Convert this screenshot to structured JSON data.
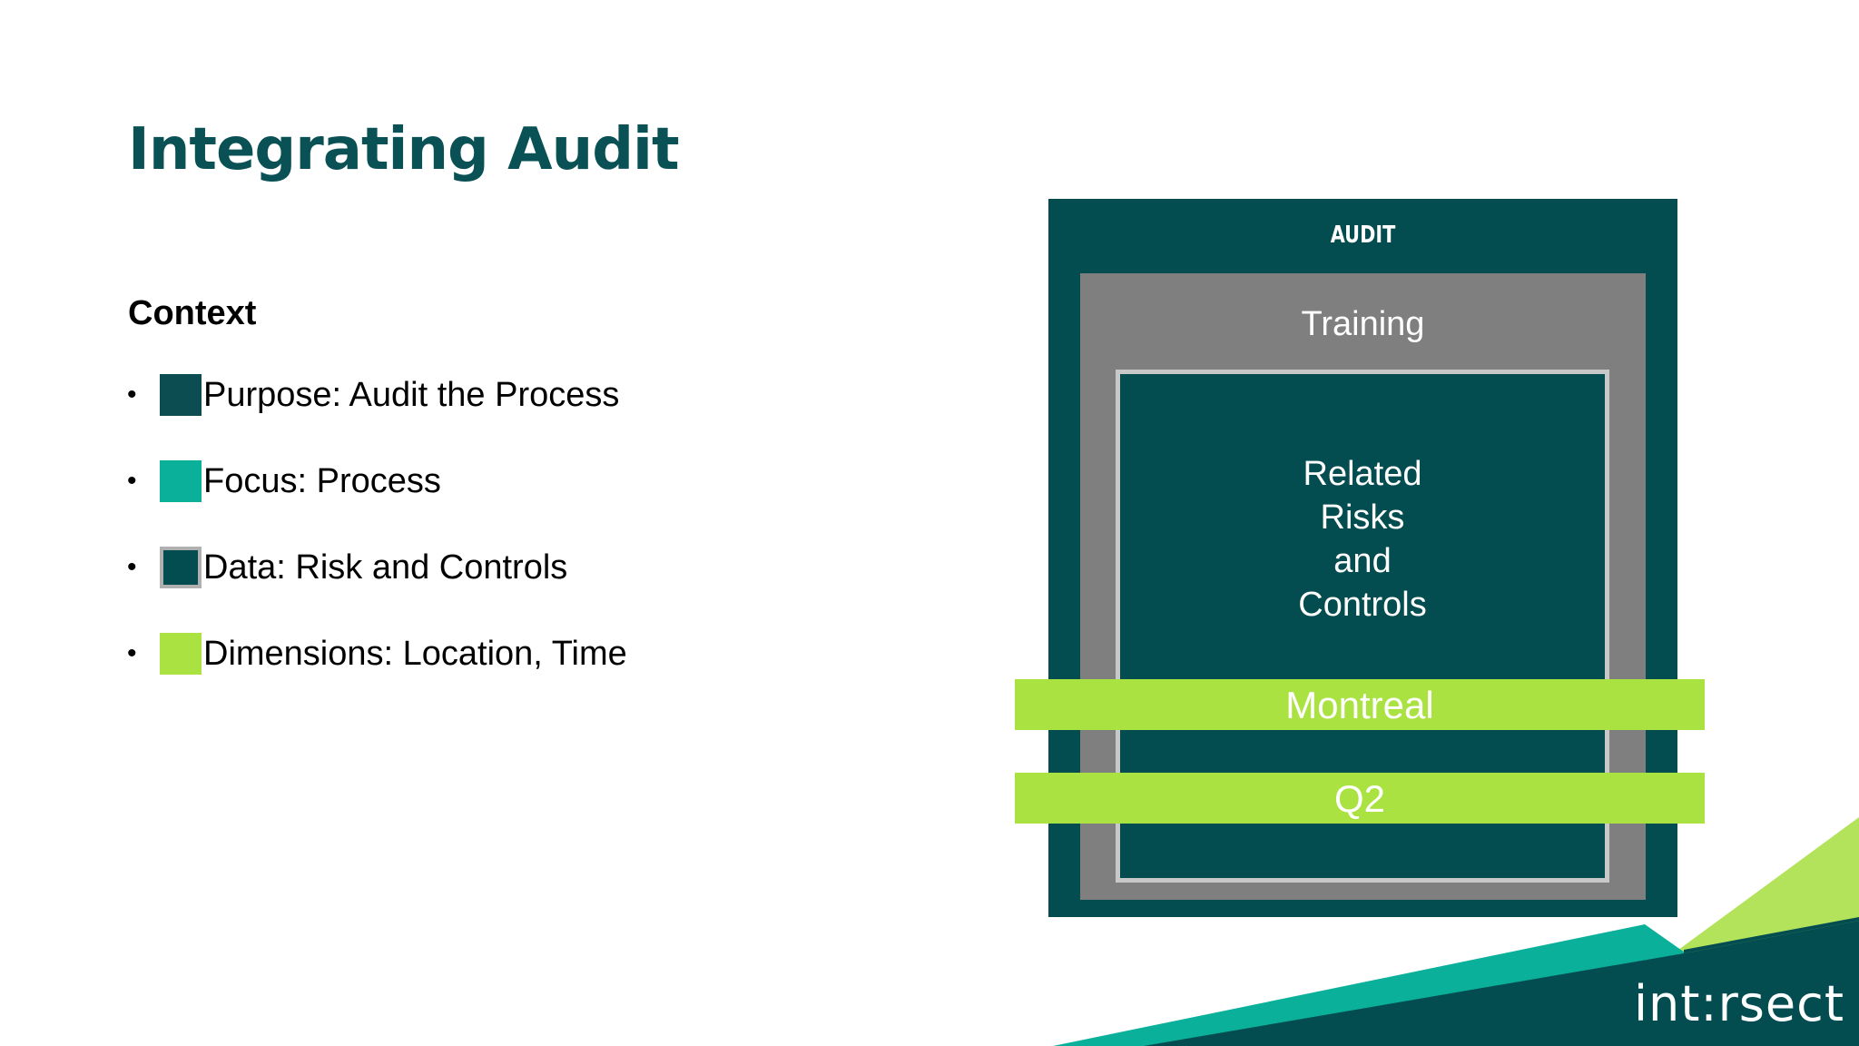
{
  "slide": {
    "title": "Integrating Audit",
    "context_heading": "Context",
    "bullets": [
      {
        "label": "Purpose: Audit the Process",
        "swatch_color": "#0b4d51",
        "swatch_border": false
      },
      {
        "label": "Focus: Process",
        "swatch_color": "#0ab09a",
        "swatch_border": false
      },
      {
        "label": "Data: Risk and Controls",
        "swatch_color": "#034d51",
        "swatch_border": true
      },
      {
        "label": "Dimensions: Location, Time",
        "swatch_color": "#a9e241",
        "swatch_border": false
      }
    ],
    "bullet_char": "•"
  },
  "diagram": {
    "audit_label": "AUDIT",
    "training_label": "Training",
    "risks_lines": [
      "Related",
      "Risks",
      "and",
      "Controls"
    ],
    "location_band": "Montreal",
    "time_band": "Q2"
  },
  "brand": {
    "logo_text": "int:rsect"
  },
  "colors": {
    "dark_teal": "#034d51",
    "teal": "#0ab09a",
    "lime": "#a9e241",
    "gray": "#7f7f7f",
    "title": "#0a5156"
  }
}
